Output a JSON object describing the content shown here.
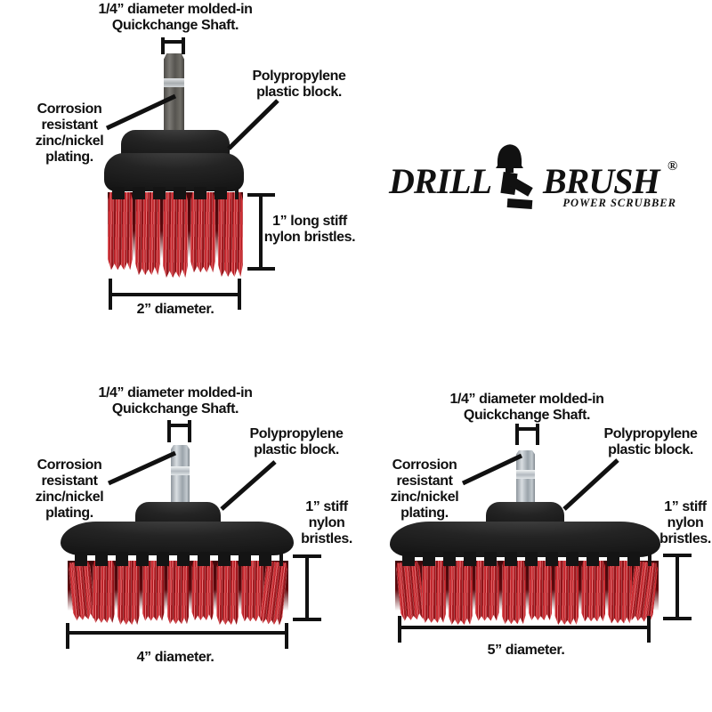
{
  "title": "Drill brush power scrubber size infographic",
  "logo": {
    "word1": "DRILL",
    "word2": "BRUSH",
    "registered": "®",
    "tagline": "POWER SCRUBBER",
    "color": "#111111"
  },
  "colors": {
    "background": "#ffffff",
    "text": "#101010",
    "annotation_lines": "#111111",
    "bristle_red": "#c1272d",
    "plastic_black": "#1c1c1c",
    "zinc_shaft": "#c3cacf",
    "steel_shaft": "#6f6d67"
  },
  "figures": [
    {
      "id": "2-inch-brush",
      "shaft_note": {
        "line1": "1/4” diameter molded-in",
        "line2": "Quickchange Shaft."
      },
      "block_note": {
        "line1": "Polypropylene",
        "line2": "plastic block."
      },
      "plating_note": {
        "line1": "Corrosion",
        "line2": "resistant",
        "line3": "zinc/nickel",
        "line4": "plating."
      },
      "bristle_note": {
        "line1": "1” long stiff",
        "line2": "nylon bristles."
      },
      "diameter_label": "2” diameter."
    },
    {
      "id": "4-inch-brush",
      "shaft_note": {
        "line1": "1/4” diameter molded-in",
        "line2": "Quickchange Shaft."
      },
      "block_note": {
        "line1": "Polypropylene",
        "line2": "plastic block."
      },
      "plating_note": {
        "line1": "Corrosion",
        "line2": "resistant",
        "line3": "zinc/nickel",
        "line4": "plating."
      },
      "bristle_note": {
        "line1": "1” stiff",
        "line2": "nylon",
        "line3": "bristles."
      },
      "diameter_label": "4” diameter."
    },
    {
      "id": "5-inch-brush",
      "shaft_note": {
        "line1": "1/4” diameter molded-in",
        "line2": "Quickchange Shaft."
      },
      "block_note": {
        "line1": "Polypropylene",
        "line2": "plastic block."
      },
      "plating_note": {
        "line1": "Corrosion",
        "line2": "resistant",
        "line3": "zinc/nickel",
        "line4": "plating."
      },
      "bristle_note": {
        "line1": "1” stiff",
        "line2": "nylon",
        "line3": "bristles."
      },
      "diameter_label": "5” diameter."
    }
  ]
}
